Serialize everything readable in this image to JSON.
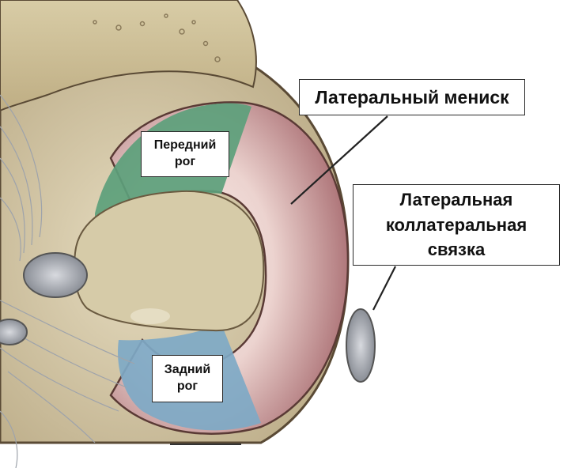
{
  "labels": {
    "lateral_meniscus": "Латеральный мениск",
    "lateral_collateral_ligament": "Латеральная\nколлатеральная\nсвязка",
    "anterior_horn": "Передний\nрог",
    "posterior_horn": "Задний\nрог"
  },
  "colors": {
    "bone": "#cdbf9a",
    "cartilage": "#d9cfae",
    "meniscus_body": "#a8676c",
    "meniscus_highlight": "#f3e6e1",
    "anterior_horn": "#5a9c78",
    "posterior_horn": "#7aa6c4",
    "ligament": "#c9ccd2",
    "outline": "#4a3a2a"
  }
}
